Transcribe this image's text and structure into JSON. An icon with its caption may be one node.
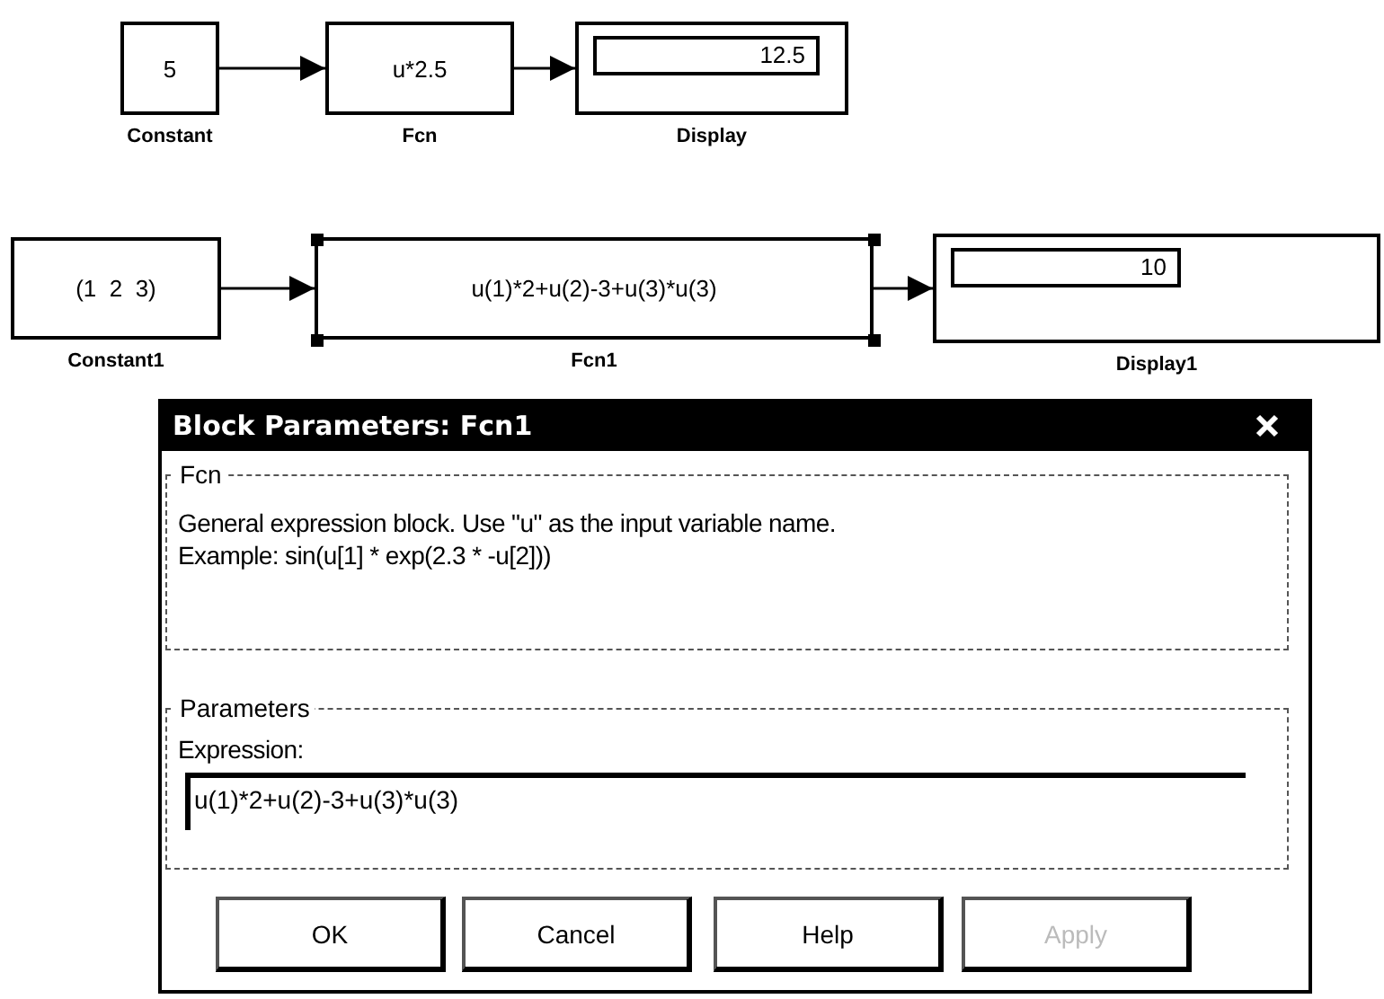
{
  "diagram": {
    "nodes": [
      {
        "text": [
          "5"
        ],
        "beside": [
          "Constant"
        ]
      },
      {
        "text": [
          "u*2.5"
        ],
        "beside": [
          "Fcn"
        ]
      },
      {
        "text": [
          "12.5"
        ],
        "beside": [
          "Display"
        ]
      },
      {
        "text": [
          "(1  2  3)"
        ],
        "beside": [
          "Constant1"
        ]
      },
      {
        "text": [
          "u(1)*2+u(2)-3+u(3)*u(3)"
        ],
        "beside": [
          "Fcn1"
        ]
      },
      {
        "text": [
          "10"
        ],
        "beside": [
          "Display1"
        ]
      },
      {
        "text": [
          "Block Parameters: Fcn1"
        ]
      },
      {
        "text": [
          "Fcn",
          "General expression block. Use \"u\" as the input variable name.",
          "Example: sin(u[1] * exp(2.3 * -u[2]))"
        ],
        "in": 6
      },
      {
        "text": [
          "Parameters",
          "Expression:"
        ],
        "in": 6
      },
      {
        "text": [
          "u(1)*2+u(2)-3+u(3)*u(3)"
        ],
        "in": 8
      },
      {
        "text": [
          "OK"
        ],
        "in": 6
      },
      {
        "text": [
          "Cancel"
        ],
        "in": 6
      },
      {
        "text": [
          "Help"
        ],
        "in": 6
      },
      {
        "text": [
          "Apply"
        ],
        "in": 6
      }
    ],
    "edges": [
      {
        "from": 0,
        "to": 1,
        "arrow": "to"
      },
      {
        "from": 1,
        "to": 2,
        "arrow": "to"
      },
      {
        "from": 3,
        "to": 4,
        "arrow": "to"
      },
      {
        "from": 4,
        "to": 5,
        "arrow": "to"
      }
    ]
  }
}
